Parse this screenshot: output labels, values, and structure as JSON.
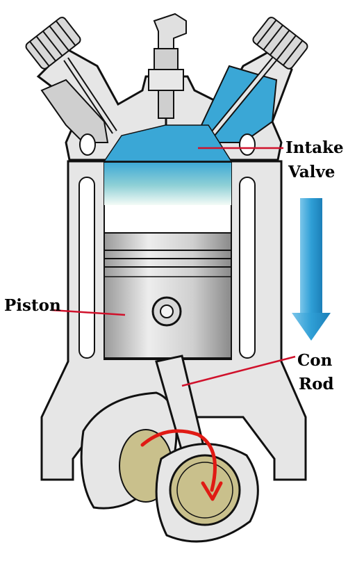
{
  "labels": {
    "intake_valve": [
      "Intake",
      "Valve"
    ],
    "piston": "Piston",
    "con_rod": [
      "Con",
      "Rod"
    ]
  },
  "colors": {
    "leader_line": "#d0112b",
    "rotation_arrow": "#e01a14",
    "intake_charge": "#3aa7d6",
    "direction_arrow": "#2f9fd6",
    "engine_body": "#e6e6e6",
    "outline": "#111111",
    "bearing_fill": "#c9c08c"
  },
  "icons": {
    "direction": "down-arrow-icon",
    "rotation": "clockwise-arrow-icon"
  }
}
